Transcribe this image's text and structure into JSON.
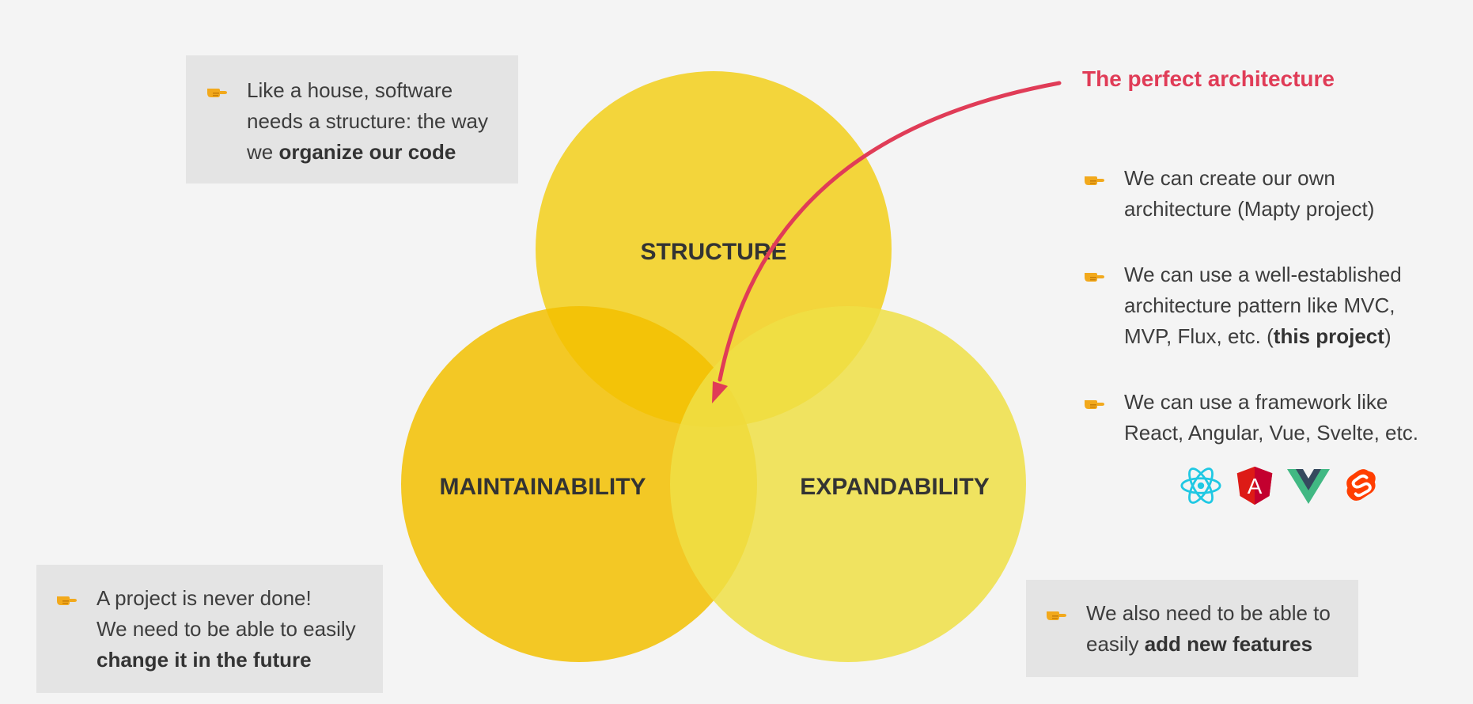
{
  "circles": {
    "structure": "STRUCTURE",
    "maintainability": "MAINTAINABILITY",
    "expandability": "EXPANDABILITY"
  },
  "title": "The perfect architecture",
  "colors": {
    "structure_fill": "#f2cf1a",
    "maintainability_fill": "#f2bf00",
    "expandability_fill": "#efdf45",
    "accent": "#e03c57",
    "box_bg": "#e4e4e4",
    "hand": "#f2a91c"
  },
  "box_structure": {
    "line1": "Like a house, software",
    "line2": "needs a structure: the way",
    "line3_pre": "we ",
    "line3_bold": "organize our code"
  },
  "box_maintain": {
    "line1": "A project is never done!",
    "line2": "We need to be able to easily",
    "line3_bold": "change it in the future"
  },
  "box_expand": {
    "line1": "We also need to be able to",
    "line2_pre": "easily ",
    "line2_bold": "add new features"
  },
  "options": [
    {
      "line1": "We can create our own",
      "line2": "architecture (Mapty project)"
    },
    {
      "line1": "We can use a well-established",
      "line2": "architecture pattern like MVC,",
      "line3_pre": "MVP, Flux, etc. (",
      "line3_bold": "this project",
      "line3_post": ")"
    },
    {
      "line1": "We can use a framework like",
      "line2": "React, Angular, Vue, Svelte, etc."
    }
  ],
  "logos": {
    "angular_letter": "A",
    "icons": [
      "react-logo-icon",
      "angular-logo-icon",
      "vue-logo-icon",
      "svelte-logo-icon"
    ]
  }
}
